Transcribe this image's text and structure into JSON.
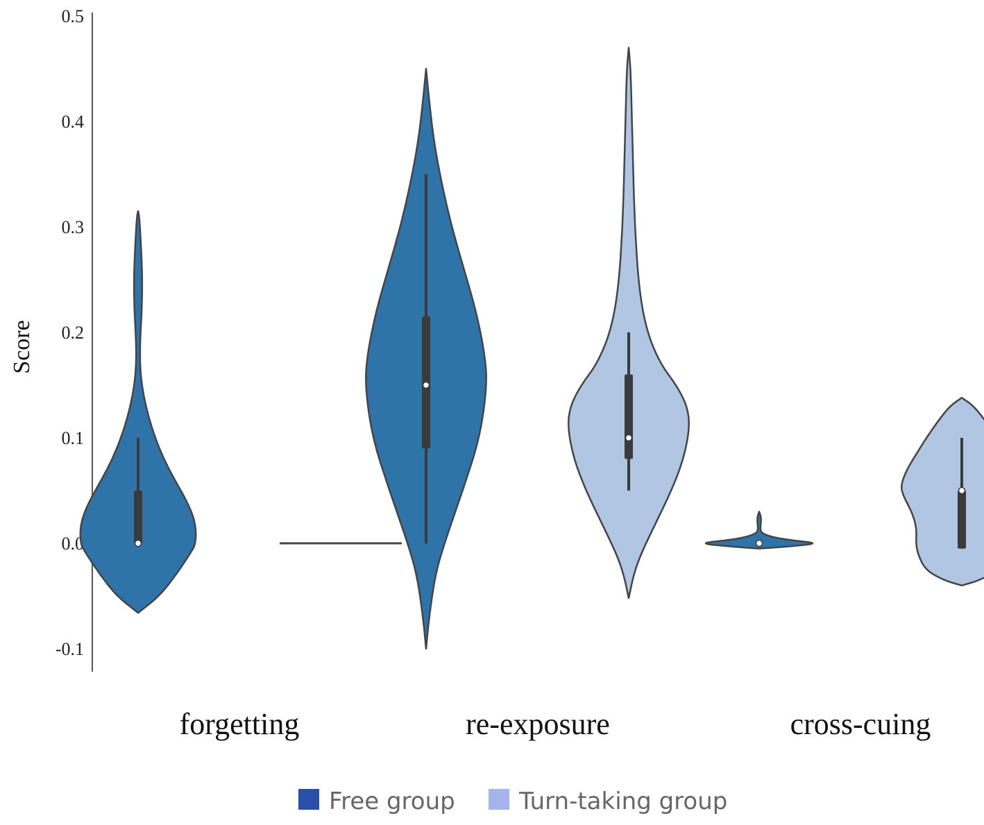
{
  "chart_data": {
    "type": "violin",
    "ylabel": "Score",
    "xlabel": "",
    "ylim": [
      -0.1,
      0.5
    ],
    "yticks": [
      -0.1,
      0.0,
      0.1,
      0.2,
      0.3,
      0.4,
      0.5
    ],
    "ytick_labels": [
      "-0.1",
      "0.0",
      "0.1",
      "0.2",
      "0.3",
      "0.4",
      "0.5"
    ],
    "categories": [
      "forgetting",
      "re-exposure",
      "cross-cuing"
    ],
    "legend": {
      "placement": "bottom-center",
      "items": [
        {
          "label": "Free group",
          "color": "#2b4fa8"
        },
        {
          "label": "Turn-taking group",
          "color": "#a6b4ee"
        }
      ]
    },
    "series": [
      {
        "name": "Free group",
        "color": "#2e74a9",
        "violins": [
          {
            "category": "forgetting",
            "median": 0.0,
            "q1": 0.0,
            "q3": 0.05,
            "whisker_low": 0.0,
            "whisker_high": 0.1,
            "profile": [
              [
                -0.066,
                0.0
              ],
              [
                -0.05,
                0.35
              ],
              [
                -0.03,
                0.62
              ],
              [
                -0.01,
                0.85
              ],
              [
                0.0,
                0.95
              ],
              [
                0.02,
                0.94
              ],
              [
                0.04,
                0.8
              ],
              [
                0.06,
                0.6
              ],
              [
                0.08,
                0.42
              ],
              [
                0.1,
                0.28
              ],
              [
                0.12,
                0.17
              ],
              [
                0.14,
                0.09
              ],
              [
                0.16,
                0.04
              ],
              [
                0.18,
                0.03
              ],
              [
                0.2,
                0.04
              ],
              [
                0.22,
                0.06
              ],
              [
                0.25,
                0.07
              ],
              [
                0.28,
                0.05
              ],
              [
                0.31,
                0.02
              ],
              [
                0.315,
                0.0
              ]
            ]
          },
          {
            "category": "re-exposure",
            "median": 0.15,
            "q1": 0.09,
            "q3": 0.215,
            "whisker_low": 0.0,
            "whisker_high": 0.35,
            "profile": [
              [
                -0.1,
                0.0
              ],
              [
                -0.07,
                0.05
              ],
              [
                -0.03,
                0.15
              ],
              [
                0.0,
                0.3
              ],
              [
                0.05,
                0.6
              ],
              [
                0.1,
                0.88
              ],
              [
                0.15,
                1.0
              ],
              [
                0.18,
                0.96
              ],
              [
                0.22,
                0.82
              ],
              [
                0.26,
                0.62
              ],
              [
                0.3,
                0.42
              ],
              [
                0.34,
                0.26
              ],
              [
                0.38,
                0.13
              ],
              [
                0.42,
                0.05
              ],
              [
                0.45,
                0.0
              ]
            ]
          },
          {
            "category": "cross-cuing",
            "median": 0.0,
            "q1": 0.0,
            "q3": 0.0,
            "whisker_low": 0.0,
            "whisker_high": 0.0,
            "profile": [
              [
                -0.005,
                0.0
              ],
              [
                -0.003,
                0.5
              ],
              [
                0.0,
                1.0
              ],
              [
                0.003,
                0.5
              ],
              [
                0.006,
                0.2
              ],
              [
                0.01,
                0.03
              ],
              [
                0.015,
                0.02
              ],
              [
                0.02,
                0.03
              ],
              [
                0.025,
                0.03
              ],
              [
                0.03,
                0.0
              ]
            ]
          }
        ]
      },
      {
        "name": "Turn-taking group",
        "color": "#b0c6e3",
        "violins": [
          {
            "category": "forgetting",
            "median": 0.0,
            "q1": 0.0,
            "q3": 0.0,
            "whisker_low": 0.0,
            "whisker_high": 0.0,
            "profile": [
              [
                -0.0005,
                1.0
              ],
              [
                0.0005,
                1.0
              ]
            ]
          },
          {
            "category": "re-exposure",
            "median": 0.1,
            "q1": 0.08,
            "q3": 0.16,
            "whisker_low": 0.05,
            "whisker_high": 0.2,
            "profile": [
              [
                -0.052,
                0.0
              ],
              [
                -0.03,
                0.08
              ],
              [
                -0.01,
                0.2
              ],
              [
                0.02,
                0.45
              ],
              [
                0.05,
                0.7
              ],
              [
                0.08,
                0.9
              ],
              [
                0.11,
                1.0
              ],
              [
                0.13,
                0.96
              ],
              [
                0.15,
                0.78
              ],
              [
                0.17,
                0.52
              ],
              [
                0.2,
                0.3
              ],
              [
                0.24,
                0.17
              ],
              [
                0.3,
                0.1
              ],
              [
                0.36,
                0.07
              ],
              [
                0.41,
                0.05
              ],
              [
                0.45,
                0.03
              ],
              [
                0.47,
                0.0
              ]
            ]
          },
          {
            "category": "cross-cuing",
            "median": 0.05,
            "q1": -0.005,
            "q3": 0.05,
            "whisker_low": -0.005,
            "whisker_high": 0.1,
            "profile": [
              [
                -0.04,
                0.0
              ],
              [
                -0.035,
                0.3
              ],
              [
                -0.025,
                0.6
              ],
              [
                -0.01,
                0.72
              ],
              [
                0.0,
                0.75
              ],
              [
                0.015,
                0.74
              ],
              [
                0.03,
                0.82
              ],
              [
                0.045,
                0.96
              ],
              [
                0.055,
                1.0
              ],
              [
                0.07,
                0.9
              ],
              [
                0.085,
                0.74
              ],
              [
                0.1,
                0.58
              ],
              [
                0.115,
                0.4
              ],
              [
                0.13,
                0.2
              ],
              [
                0.138,
                0.0
              ]
            ]
          }
        ]
      }
    ]
  }
}
